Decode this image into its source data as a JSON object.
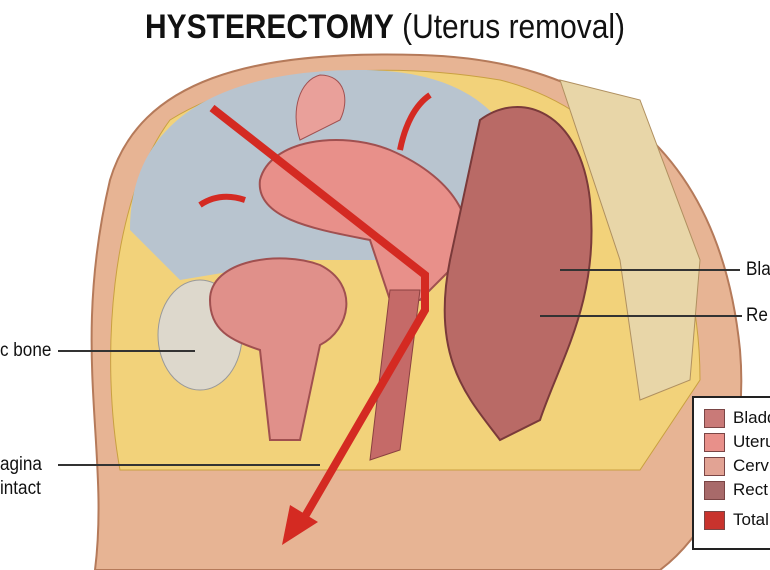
{
  "title": {
    "bold": "HYSTERECTOMY",
    "rest": " (Uterus removal)"
  },
  "labels": {
    "pubic_bone": "c bone",
    "vagina_line1": "agina",
    "vagina_line2": "intact",
    "bladder": "Bla",
    "rectum": "Re"
  },
  "legend": [
    {
      "label": "Bladd",
      "color": "#c97a78"
    },
    {
      "label": "Uteru",
      "color": "#e8908a"
    },
    {
      "label": "Cerv",
      "color": "#e2a394"
    },
    {
      "label": "Rect",
      "color": "#a86a6a"
    },
    {
      "label": "Total",
      "color": "#c8332d"
    }
  ]
}
